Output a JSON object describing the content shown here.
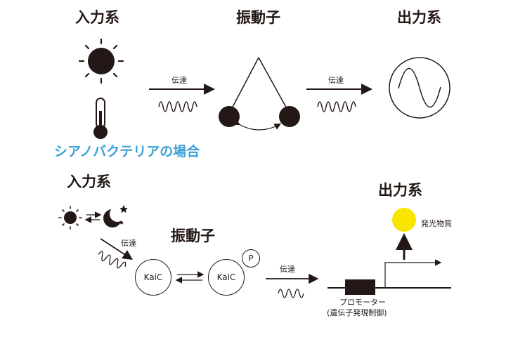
{
  "top": {
    "input_title": "入力系",
    "oscillator_title": "振動子",
    "output_title": "出力系",
    "signal_label_1": "伝達",
    "signal_label_2": "伝達"
  },
  "caption": "シアノバクテリアの場合",
  "bottom": {
    "input_title": "入力系",
    "oscillator_title": "振動子",
    "output_title": "出力系",
    "signal_label_1": "伝達",
    "signal_label_2": "伝達",
    "kaic_1": "KaiC",
    "kaic_2": "KaiC",
    "phosphate": "P",
    "product_label": "発光物質",
    "promoter_label": "プロモーター",
    "promoter_sub": "(遺伝子発現制御)"
  },
  "colors": {
    "ink": "#231815",
    "caption": "#3aa0d6",
    "product": "#f8e500"
  }
}
